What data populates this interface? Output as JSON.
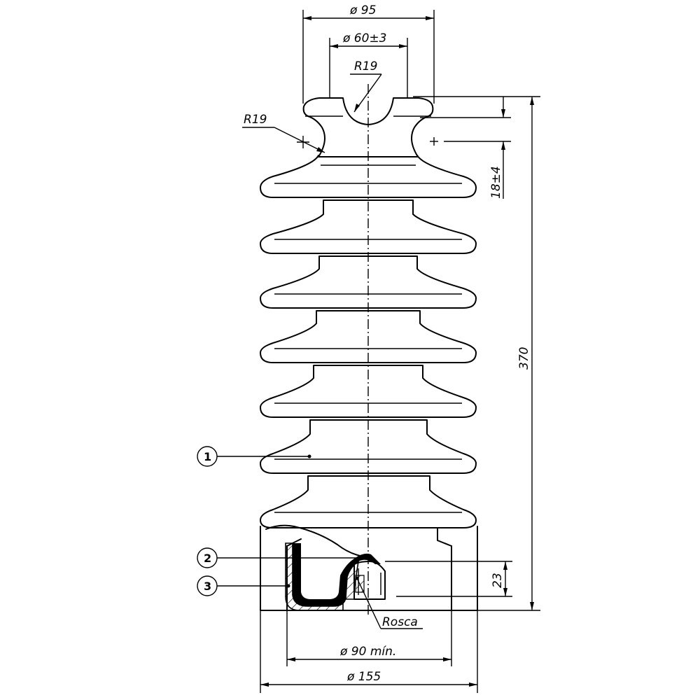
{
  "dimensions": {
    "top_diameter": "ø 95",
    "groove_diameter": "ø 60±3",
    "top_radius": "R19",
    "neck_radius": "R19",
    "groove_depth": "18±4",
    "total_height": "370",
    "thread_depth": "23",
    "base_inner_diameter": "ø 90 mín.",
    "base_outer_diameter": "ø 155"
  },
  "callouts": {
    "part_1": "1",
    "part_2": "2",
    "part_3": "3",
    "thread": "Rosca"
  }
}
